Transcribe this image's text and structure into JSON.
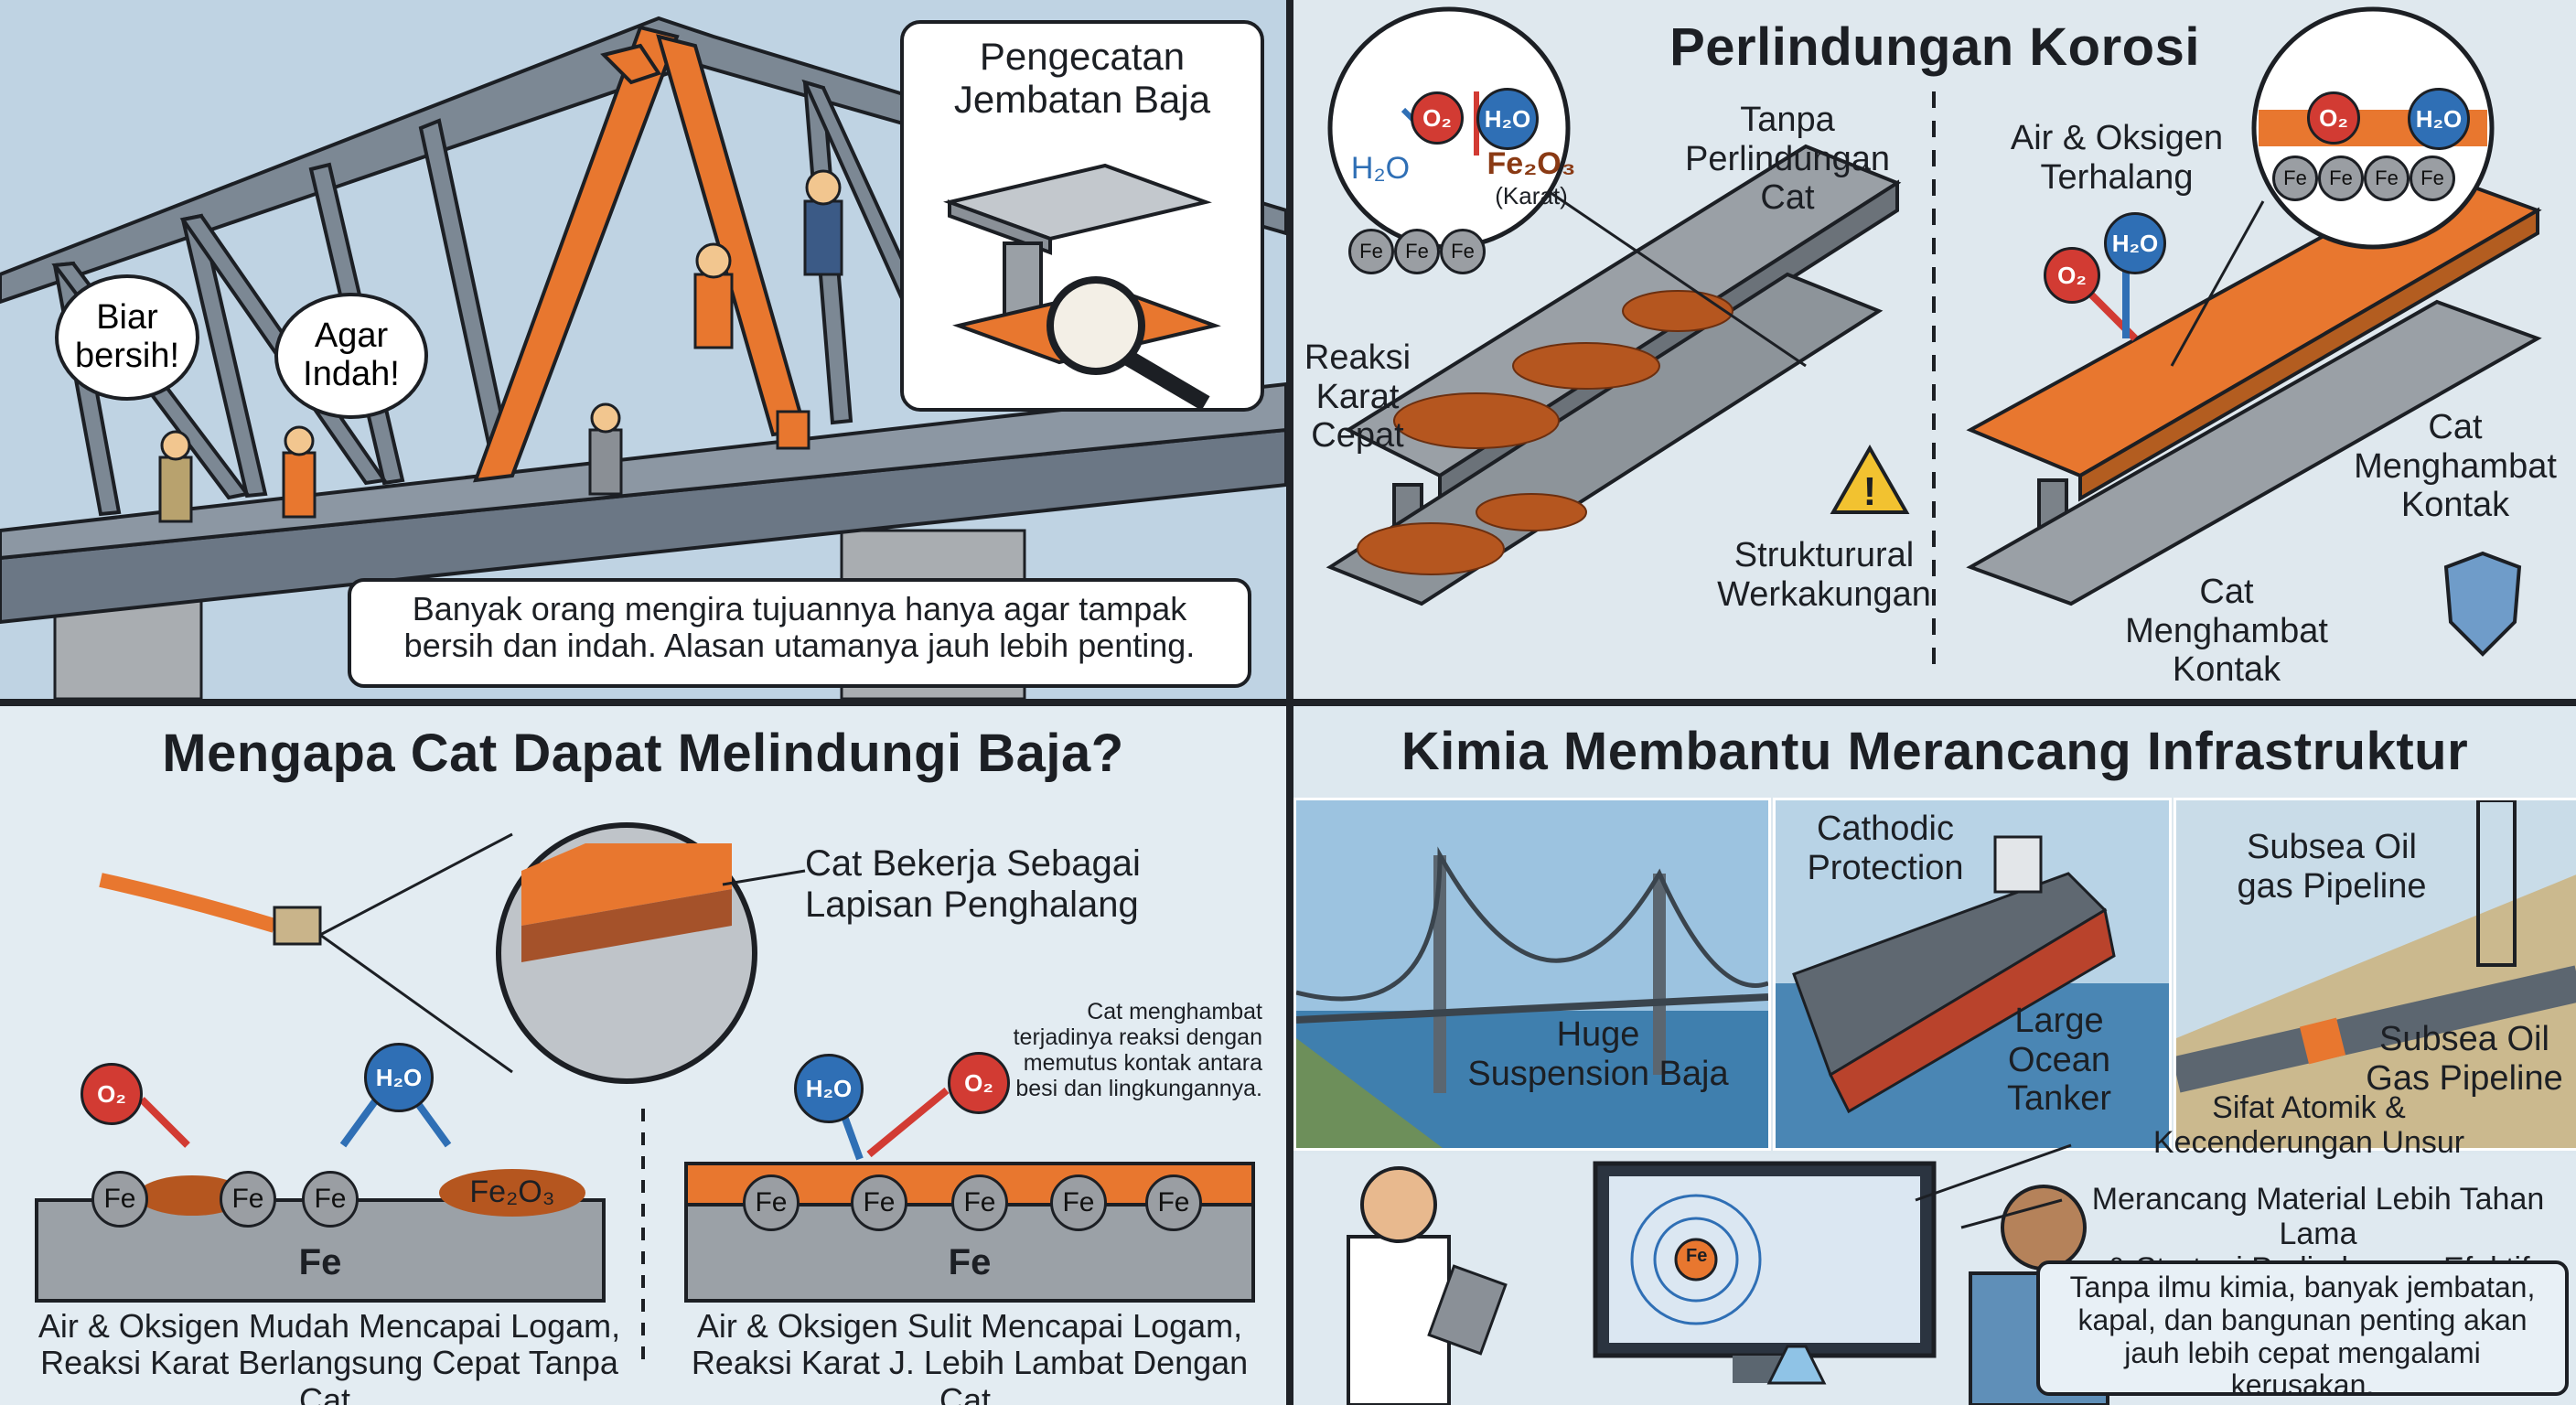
{
  "panel1": {
    "box_title": "Pengecatan\nJembatan Baja",
    "bubble_left": "Biar\nbersih!",
    "bubble_right": "Agar\nIndah!",
    "caption": "Banyak orang mengira tujuannya hanya agar tampak bersih dan indah. Alasan utamanya jauh lebih penting."
  },
  "panel2": {
    "title": "Perlindungan Korosi",
    "o2": "O₂",
    "h2o": "H₂O",
    "fe2o3": "Fe₂O₃",
    "karat": "(Karat)",
    "fe": "Fe",
    "tanpa": "Tanpa\nPerlindungan\nCat",
    "reaksi": "Reaksi\nKarat\nCepat",
    "struktur": "Strukturural\nWerkakungan",
    "air_terhalang": "Air & Oksigen\nTerhalang",
    "cat_menghambat_right": "Cat\nMenghambat\nKontak",
    "cat_menghambat_bottom": "Cat\nMenghambat\nKontak"
  },
  "panel3": {
    "title": "Mengapa Cat Dapat Melindungi Baja?",
    "barrier": "Cat Bekerja Sebagai\nLapisan Penghalang",
    "note": "Cat menghambat\nterjadinya reaksi dengan\nmemutus kontak antara\nbesi dan lingkungannya.",
    "o2": "O₂",
    "h2o": "H₂O",
    "fe": "Fe",
    "fe2o3": "Fe₂O₃",
    "caption_left": "Air & Oksigen Mudah Mencapai Logam,\nReaksi Karat Berlangsung Cepat Tanpa Cat.",
    "caption_right": "Air & Oksigen Sulit Mencapai Logam,\nReaksi Karat J. Lebih Lambat Dengan Cat."
  },
  "panel4": {
    "title": "Kimia Membantu Merancang Infrastruktur",
    "bridge": "Huge\nSuspension Baja",
    "cathodic": "Cathodic\nProtection",
    "tanker": "Large\nOcean Tanker",
    "subsea_top": "Subsea Oil\ngas Pipeline",
    "subsea_bottom": "Subsea Oil\nGas Pipeline",
    "atomic": "Sifat Atomik &\nKecenderungan Unsur",
    "design": "Merancang Material Lebih Tahan Lama\n& Strategi Perlindungan Efektif",
    "fe": "Fe",
    "summary": "Tanpa ilmu kimia, banyak jembatan, kapal, dan bangunan penting akan jauh lebih cepat mengalami kerusakan."
  },
  "colors": {
    "paint_orange": "#e8772f",
    "rust": "#b5561f",
    "steel": "#8a9097",
    "oxygen_red": "#d23b33",
    "water_blue": "#2f6fb5"
  }
}
